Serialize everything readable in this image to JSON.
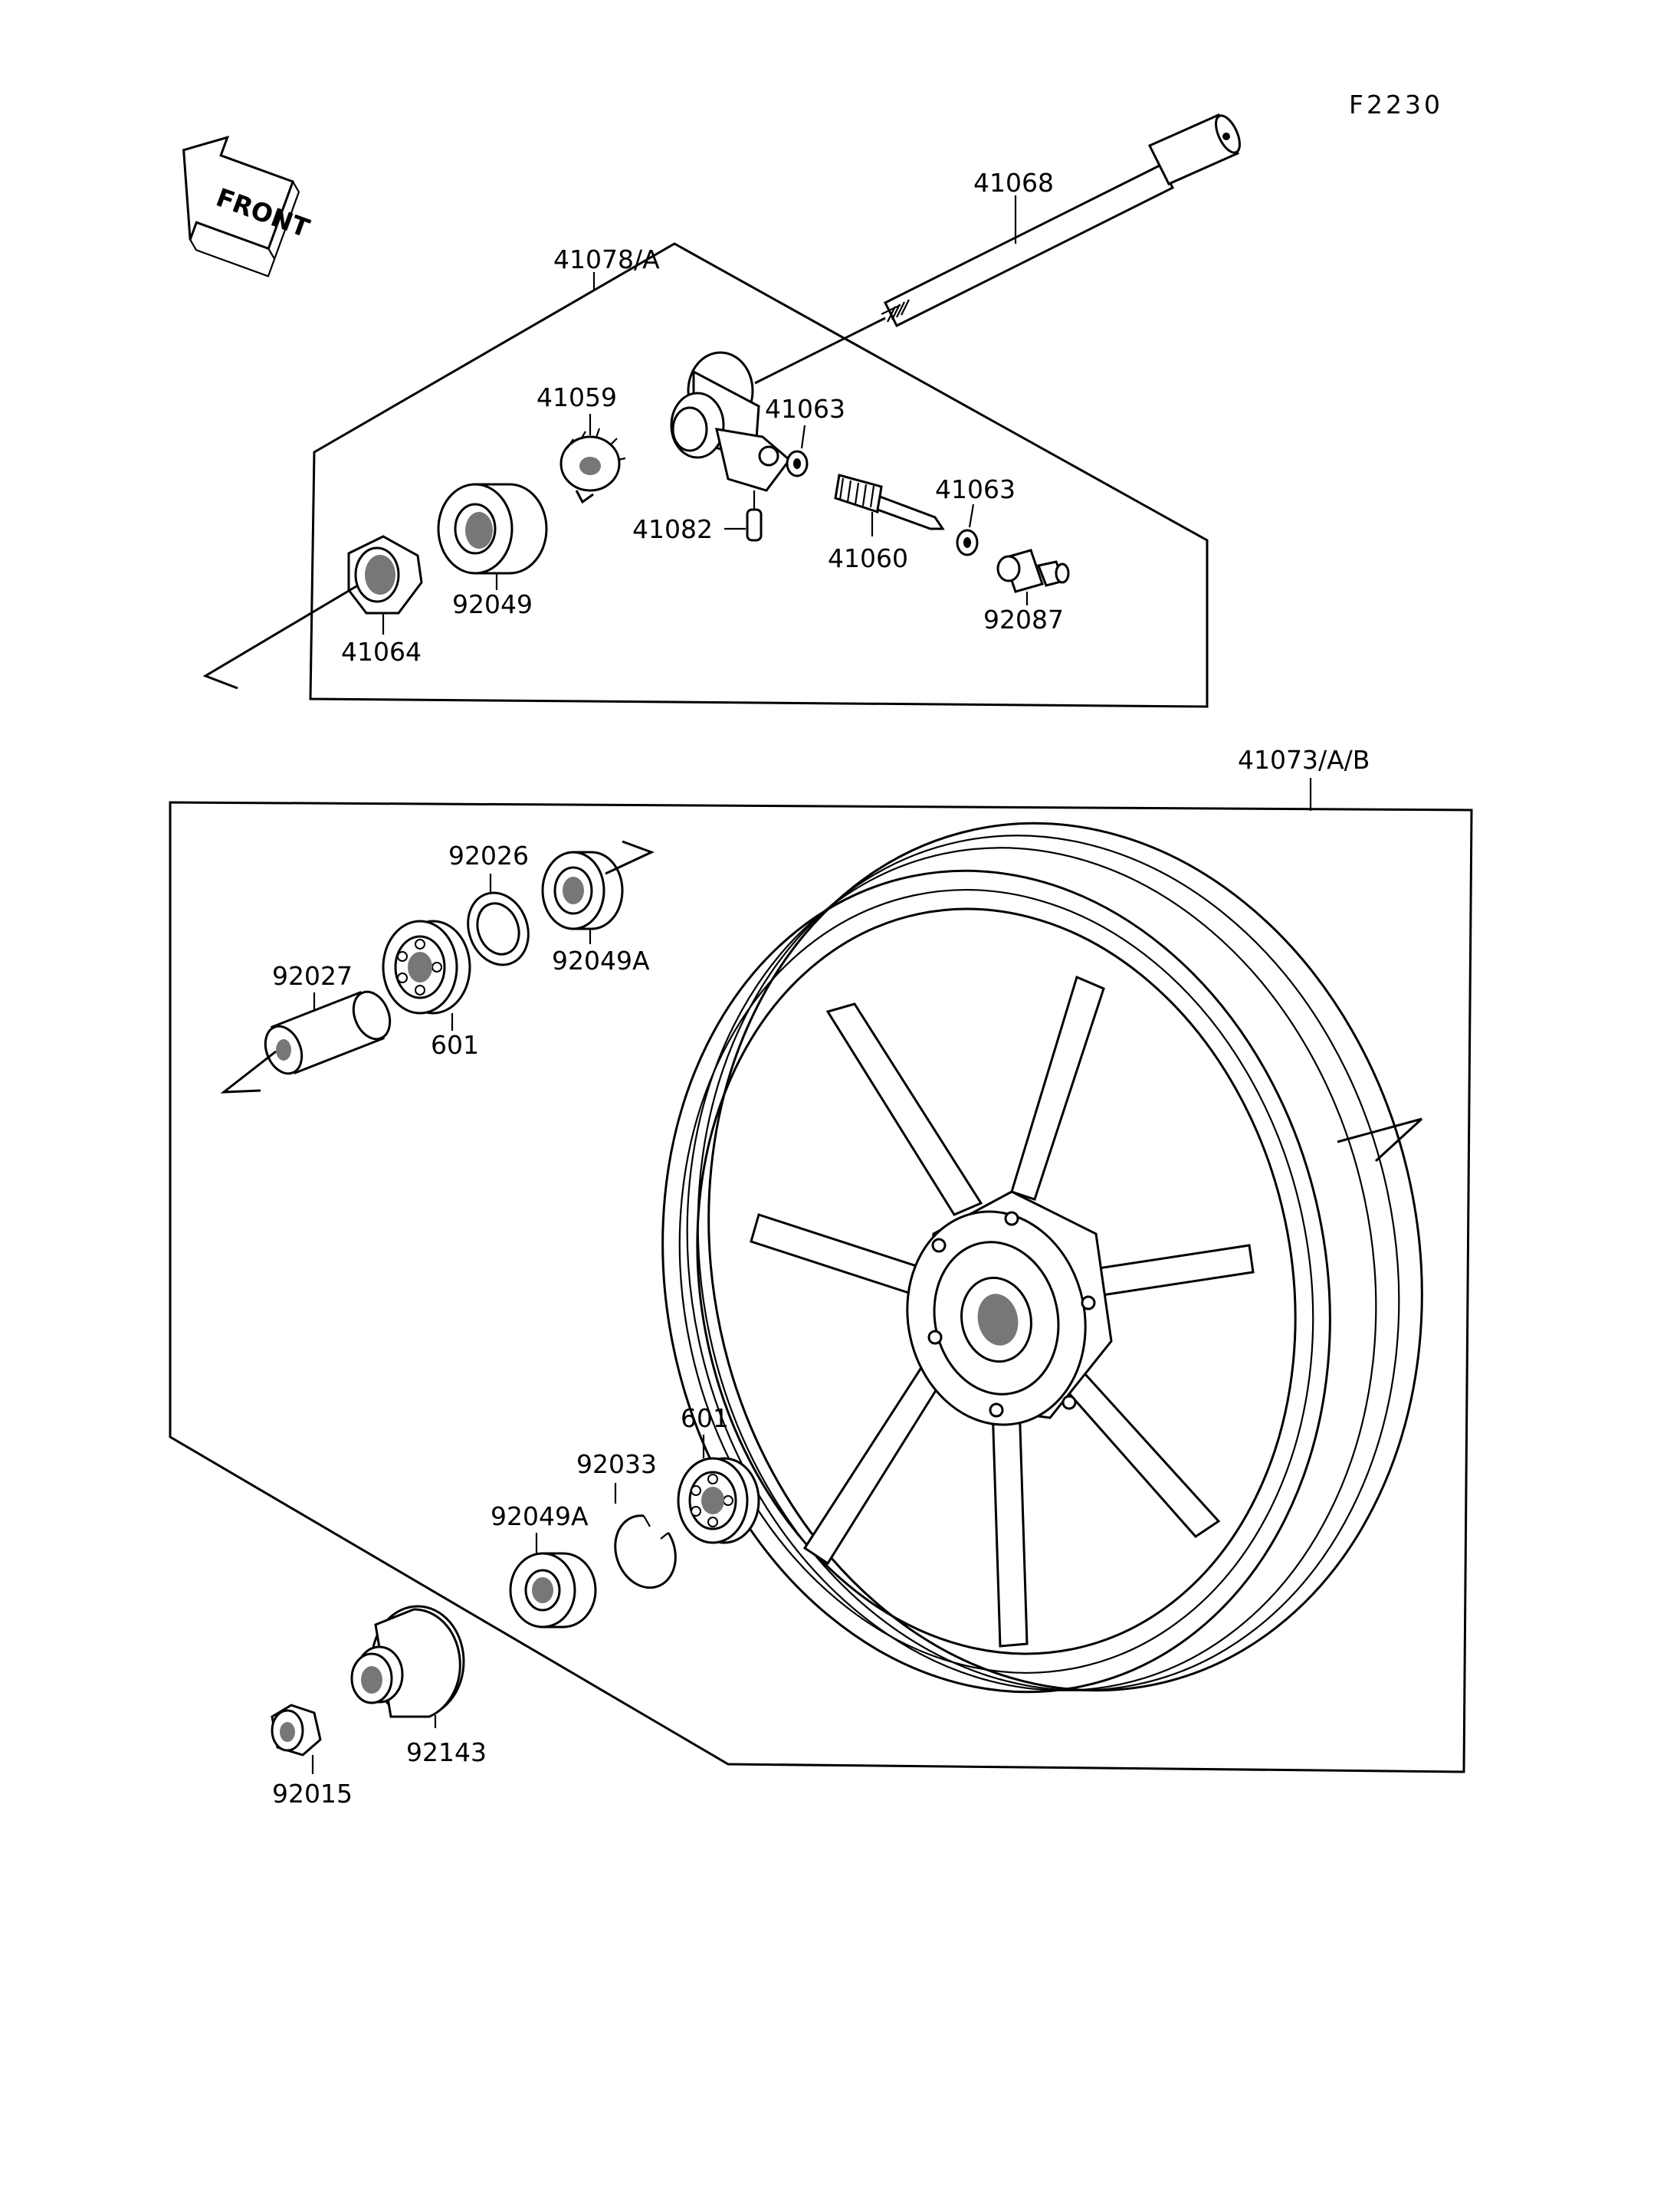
{
  "figure_code": "F2230",
  "front_label": "FRONT",
  "callouts": {
    "c41068": "41068",
    "c41078": "41078/A",
    "c41059": "41059",
    "c41063a": "41063",
    "c41063b": "41063",
    "c41082": "41082",
    "c41060": "41060",
    "c92049": "92049",
    "c41064": "41064",
    "c92087": "92087",
    "c41073": "41073/A/B",
    "c92026": "92026",
    "c92049Aa": "92049A",
    "c92027": "92027",
    "c601a": "601",
    "c601b": "601",
    "c92033": "92033",
    "c92049Ab": "92049A",
    "c92143": "92143",
    "c92015": "92015"
  }
}
